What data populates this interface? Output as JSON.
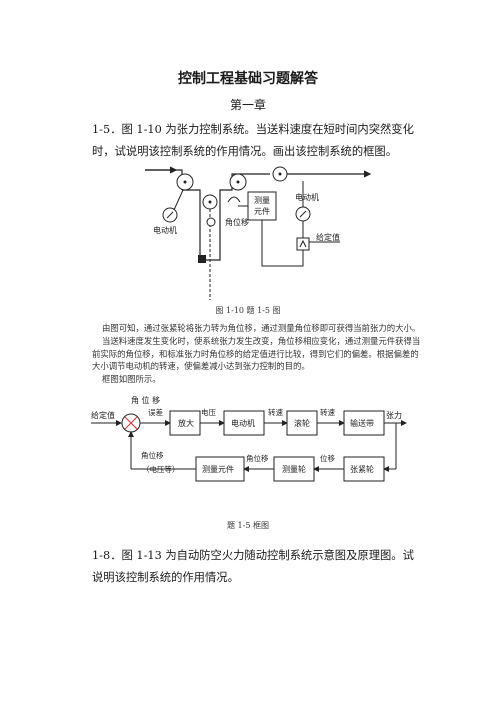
{
  "doc": {
    "title": "控制工程基础习题解答",
    "chapter": "第一章",
    "question_1": "1-5．图 1-10 为张力控制系统。当送料速度在短时间内突然变化时，试说明该控制系统的作用情况。画出该控制系统的框图。",
    "fig1": {
      "caption": "图 1-10  题 1-5 图",
      "motor_left": "电动机",
      "motor_right": "电动机",
      "measure_line1": "测量",
      "measure_line2": "元件",
      "angle_disp": "角位移",
      "setpoint": "给定值"
    },
    "para": [
      "由图可知，通过张紧轮将张力转为角位移，通过测量角位移即可获得当前张力的大小。",
      "当送料速度发生变化时，使系统张力发生改变，角位移相应变化，通过测量元件获得当前实际的角位移，和标准张力时角位移的给定值进行比较，得到它们的偏差。根据偏差的大小调节电动机的转速，使偏差减小达到张力控制的目的。",
      "框图如图所示。"
    ],
    "block": {
      "caption": "题 1-5  框图",
      "top_label": "角 位 移",
      "setpoint": "给定值",
      "error": "误差",
      "voltage": "电压",
      "speed1": "转速",
      "speed2": "转速",
      "tension": "张力",
      "amp": "放大",
      "motor": "电动机",
      "roller": "滚轮",
      "conveyor": "输送带",
      "angle_fb": "角位移",
      "voltage_paren": "（电压等）",
      "meas_elem": "测量元件",
      "angle_mid": "角位移",
      "meas_wheel": "测量轮",
      "disp": "位移",
      "tension_wheel": "张紧轮"
    },
    "question_2": "1-8．图 1-13 为自动防空火力随动控制系统示意图及原理图。试说明该控制系统的作用情况。"
  }
}
